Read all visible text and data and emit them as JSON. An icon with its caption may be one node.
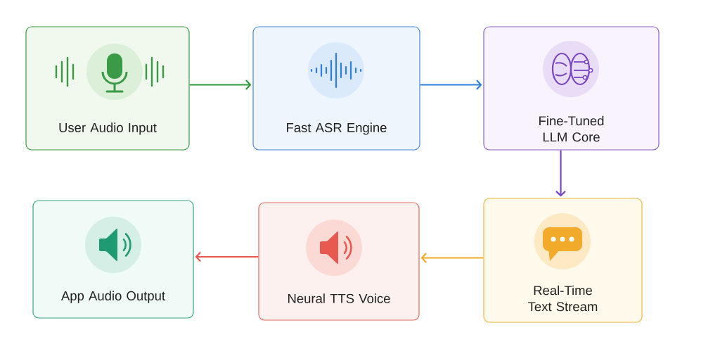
{
  "diagram": {
    "nodes": [
      {
        "text": [
          "User Audio Input"
        ]
      },
      {
        "text": [
          "Fast ASR Engine"
        ]
      },
      {
        "text": [
          "Fine-Tuned LLM Core"
        ]
      },
      {
        "text": [
          "App Audio Output"
        ]
      },
      {
        "text": [
          "Neural TTS Voice"
        ]
      },
      {
        "text": [
          "Real-Time Text Stream"
        ]
      }
    ],
    "edges": [
      {
        "from": 0,
        "to": 1,
        "arrow": "to",
        "color": "#2f9a3c"
      },
      {
        "from": 1,
        "to": 2,
        "arrow": "to",
        "color": "#2f7fd8"
      },
      {
        "from": 2,
        "to": 5,
        "arrow": "to",
        "color": "#7a45c0"
      },
      {
        "from": 5,
        "to": 4,
        "arrow": "to",
        "color": "#f2aa2a"
      },
      {
        "from": 4,
        "to": 3,
        "arrow": "to",
        "color": "#e85a50"
      }
    ]
  }
}
